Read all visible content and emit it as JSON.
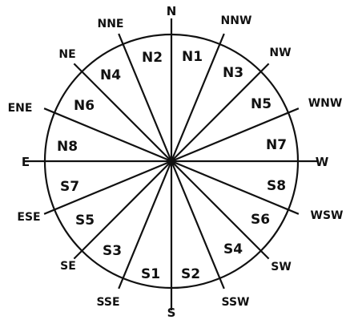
{
  "compass": {
    "north": "N",
    "south": "S",
    "east": "E",
    "west": "W",
    "nne": "NNE",
    "nnw": "NNW",
    "ne": "NE",
    "nw": "NW",
    "ene": "ENE",
    "wnw": "WNW",
    "ese": "ESE",
    "wsw": "WSW",
    "se": "SE",
    "sw": "SW",
    "sse": "SSE",
    "ssw": "SSW"
  },
  "sectors": {
    "n1": "N1",
    "n2": "N2",
    "n3": "N3",
    "n4": "N4",
    "n5": "N5",
    "n6": "N6",
    "n7": "N7",
    "n8": "N8",
    "s1": "S1",
    "s2": "S2",
    "s3": "S3",
    "s4": "S4",
    "s5": "S5",
    "s6": "S6",
    "s7": "S7",
    "s8": "S8"
  }
}
